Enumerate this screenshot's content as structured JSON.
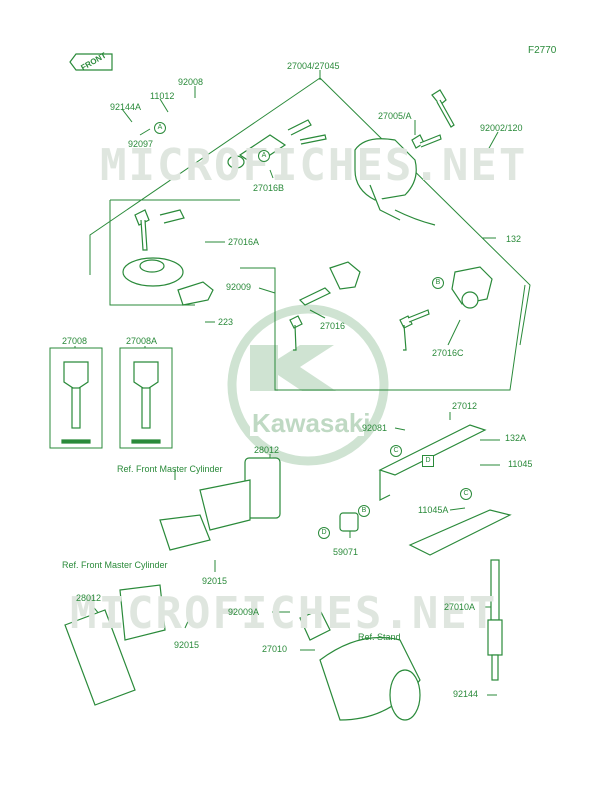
{
  "diagram_code": "F2770",
  "front_label": "FRONT",
  "watermark": "MICROFICHES.NET",
  "logo_text": "Kawasaki",
  "parts": {
    "p27004": "27004/27045",
    "p27005": "27005/A",
    "p92002": "92002/120",
    "p92008": "92008",
    "p11012": "11012",
    "p92144a": "92144A",
    "p92097": "92097",
    "p27016b": "27016B",
    "p27016a": "27016A",
    "p132": "132",
    "p92009": "92009",
    "p223": "223",
    "p27016": "27016",
    "p27016c": "27016C",
    "p27008": "27008",
    "p27008a": "27008A",
    "p27012": "27012",
    "p92081": "92081",
    "p132a": "132A",
    "p11045": "11045",
    "p28012a": "28012",
    "p28012b": "28012",
    "p11045a": "11045A",
    "p59071": "59071",
    "p92015a": "92015",
    "p92015b": "92015",
    "p92009a": "92009A",
    "p27010a": "27010A",
    "p27010": "27010",
    "p92144": "92144"
  },
  "refs": {
    "front_master_cyl_1": "Ref. Front Master Cylinder",
    "front_master_cyl_2": "Ref. Front Master Cylinder",
    "stand": "Ref. Stand"
  },
  "callouts": {
    "a": "A",
    "b": "B",
    "c": "C",
    "d": "D"
  },
  "colors": {
    "ink": "#2a8a3a",
    "watermark": "#dfe6df",
    "logo": "#bfd9c3"
  }
}
